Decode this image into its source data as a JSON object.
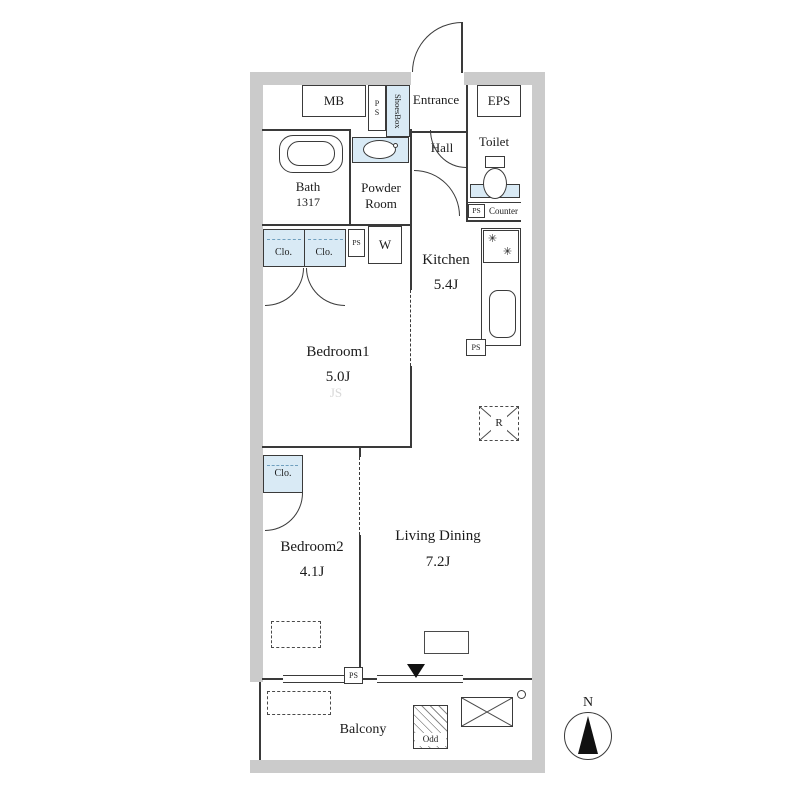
{
  "colors": {
    "wall": "#cbcbcb",
    "closet": "#d9eaf5",
    "line": "#3a3a3a"
  },
  "top_row": {
    "mb": "MB",
    "ps": "PS",
    "shoesbox": "ShoesBox",
    "entrance": "Entrance",
    "eps": "EPS"
  },
  "wet_area": {
    "bath": "Bath",
    "bath_size": "1317",
    "powder_room": "Powder Room",
    "hall": "Hall",
    "toilet": "Toilet",
    "ps": "PS",
    "counter": "Counter"
  },
  "closets": {
    "clo1": "Clo.",
    "clo2": "Clo.",
    "ps": "PS",
    "washer": "W",
    "clo_bedroom2": "Clo."
  },
  "rooms": {
    "kitchen": {
      "name": "Kitchen",
      "size": "5.4J"
    },
    "bedroom1": {
      "name": "Bedroom1",
      "size": "5.0J"
    },
    "bedroom2": {
      "name": "Bedroom2",
      "size": "4.1J"
    },
    "living_dining": {
      "name": "Living Dining",
      "size": "7.2J"
    }
  },
  "fixtures": {
    "fridge": "R",
    "ps_kitchen": "PS",
    "ps_window": "PS",
    "burner_icon": "✳"
  },
  "balcony": {
    "label": "Balcony",
    "odd": "Odd"
  },
  "compass": {
    "north": "N"
  },
  "watermark": "JS"
}
